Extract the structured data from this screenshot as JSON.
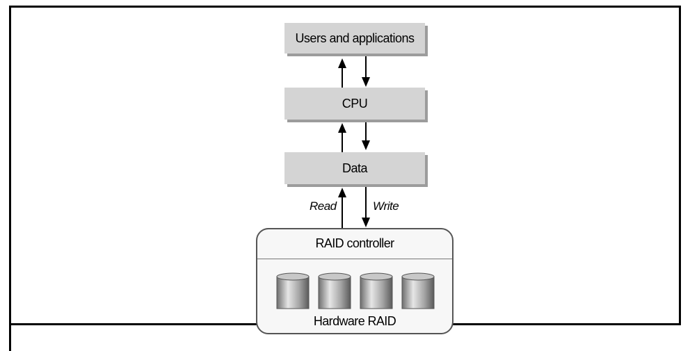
{
  "diagram": {
    "boxes": {
      "users": "Users and applications",
      "cpu": "CPU",
      "data": "Data"
    },
    "raid": {
      "controller_label": "RAID controller",
      "footer_label": "Hardware RAID",
      "disk_count": 4
    },
    "edge_labels": {
      "read": "Read",
      "write": "Write"
    },
    "colors": {
      "box_fill": "#d4d4d4",
      "box_shadow": "#9c9c9c",
      "line": "#000000"
    }
  }
}
